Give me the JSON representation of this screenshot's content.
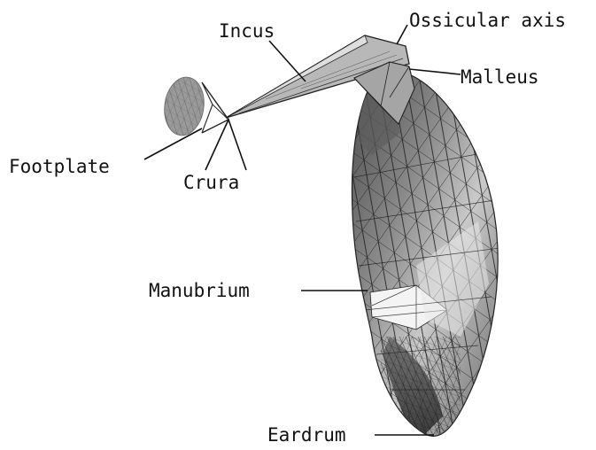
{
  "labels": {
    "incus": "Incus",
    "ossicular_axis": "Ossicular axis",
    "malleus": "Malleus",
    "footplate": "Footplate",
    "crura": "Crura",
    "manubrium": "Manubrium",
    "eardrum": "Eardrum"
  },
  "colors": {
    "label_text": "#111111",
    "mesh_stroke": "#222222",
    "footplate_fill": "#9a9a9a",
    "ossicle_fill": "#b5b5b5",
    "membrane_dark": "#5a5a5a",
    "membrane_light": "#f2f2f2"
  }
}
